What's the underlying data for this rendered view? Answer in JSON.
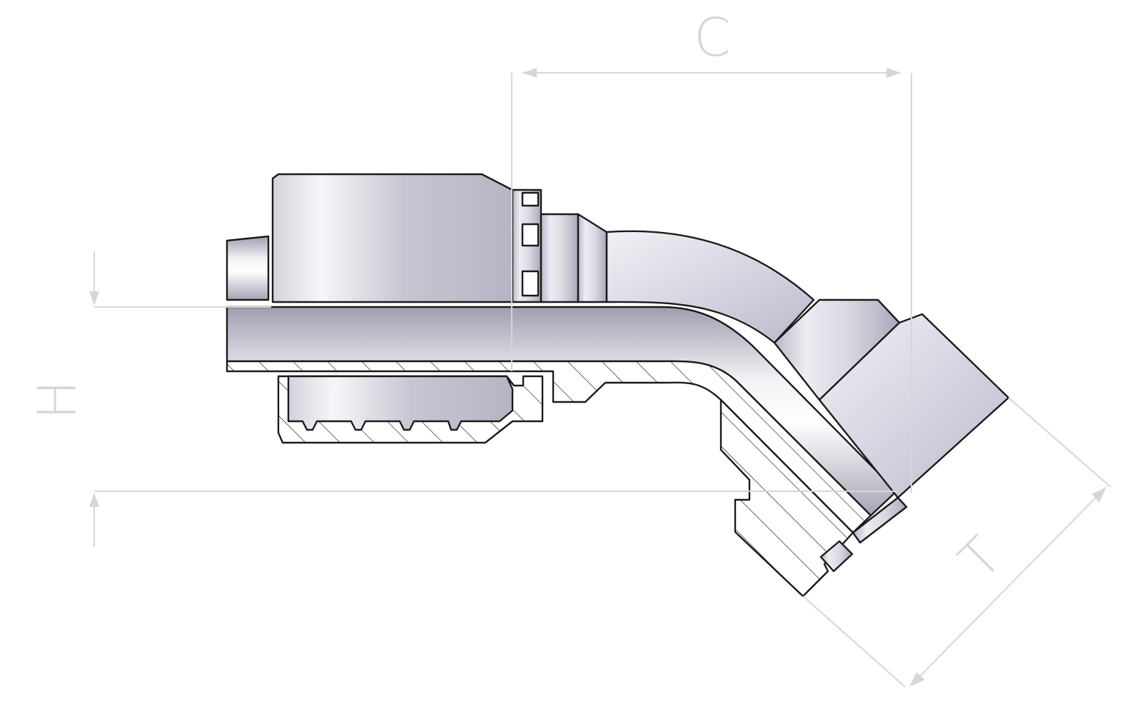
{
  "dimensions": {
    "c_label": "C",
    "h_label": "H",
    "t_label": "T"
  },
  "colors": {
    "dimension_line": "#d6d6d6",
    "outline": "#1a1a1a",
    "metal_light": "#f4f4f8",
    "metal_mid": "#c9c9d8",
    "metal_dark": "#9e9eb0",
    "section_fill": "#ffffff"
  }
}
